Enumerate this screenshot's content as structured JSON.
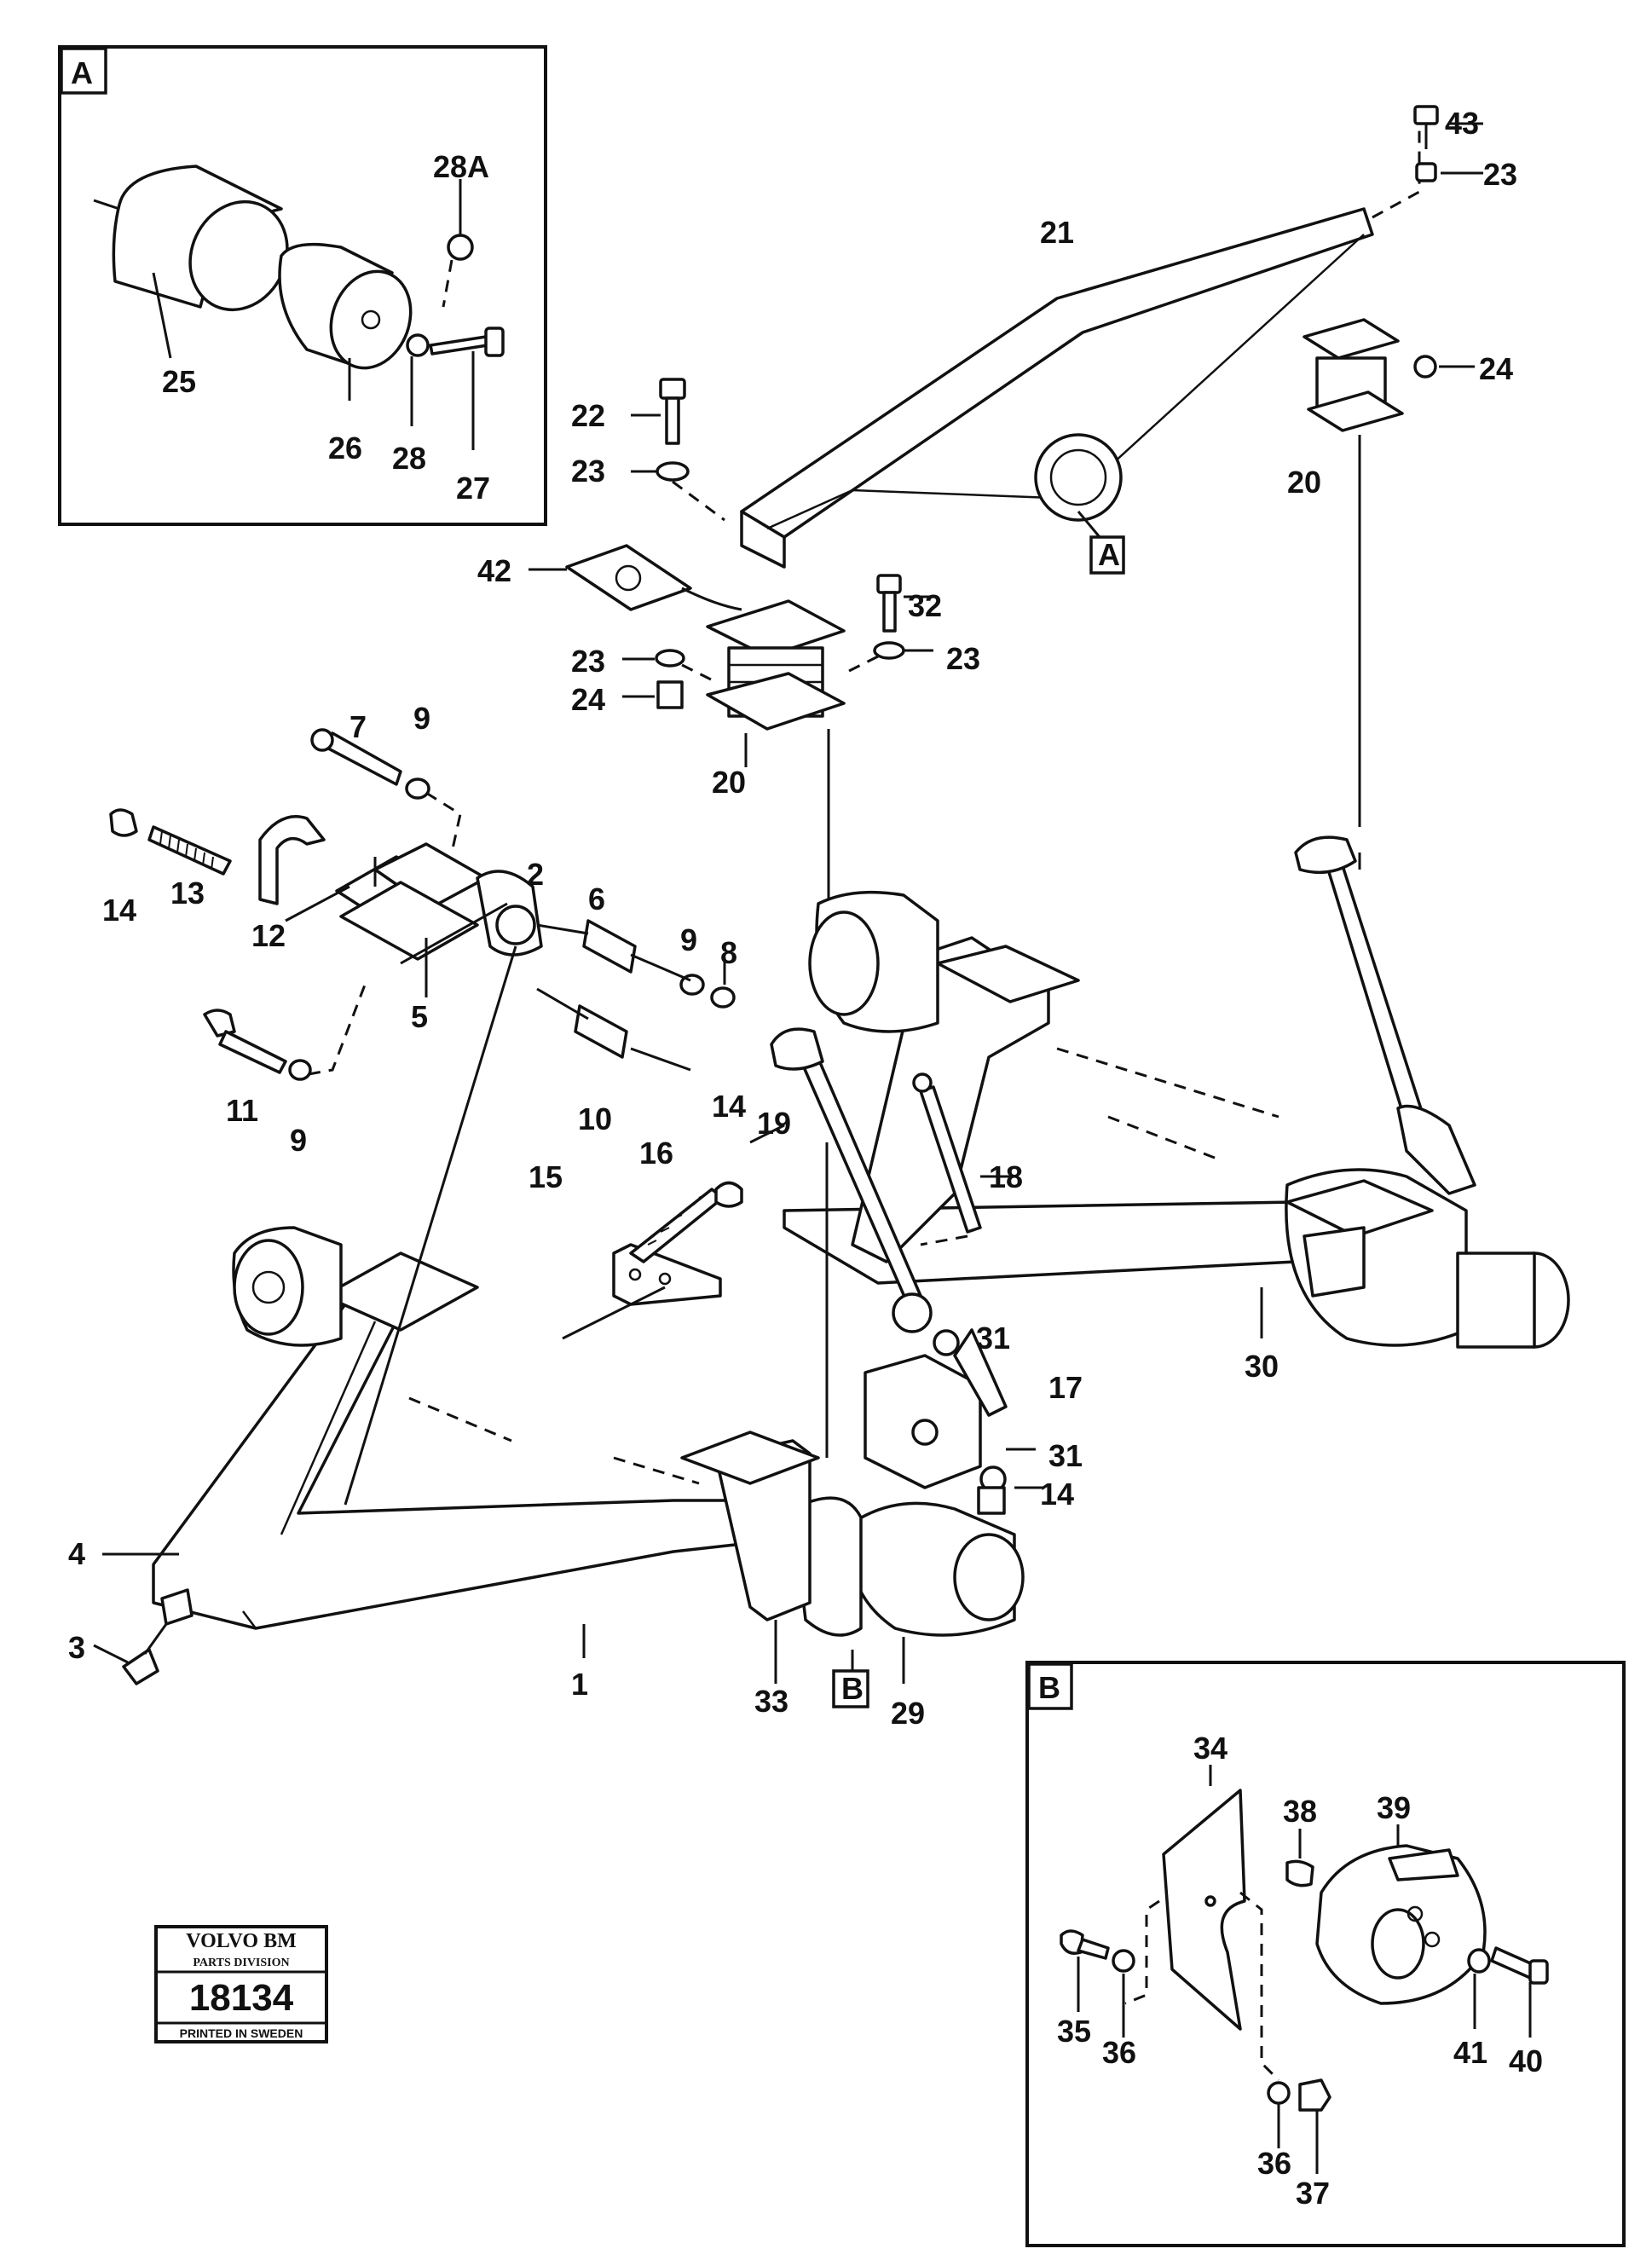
{
  "detail_a": {
    "tag": "A",
    "labels": [
      "28A",
      "25",
      "26",
      "28",
      "27"
    ]
  },
  "detail_b": {
    "tag": "B",
    "labels": [
      "34",
      "38",
      "39",
      "35",
      "36",
      "41",
      "40",
      "36",
      "37"
    ]
  },
  "labels": {
    "l43": "43",
    "l23a": "23",
    "l21": "21",
    "l22": "22",
    "l23b": "23",
    "l24a": "24",
    "l20a": "20",
    "l42": "42",
    "l32": "32",
    "l23c": "23",
    "l23d": "23",
    "l24b": "24",
    "l20b": "20",
    "l7": "7",
    "l9a": "9",
    "l2": "2",
    "l6": "6",
    "l9b": "9",
    "l8": "8",
    "l14a": "14",
    "l13": "13",
    "l12": "12",
    "l5": "5",
    "l11": "11",
    "l9c": "9",
    "l10": "10",
    "l14b": "14",
    "l16": "16",
    "l19": "19",
    "l18": "18",
    "l15": "15",
    "l31a": "31",
    "l17": "17",
    "l30": "30",
    "l31b": "31",
    "l14c": "14",
    "l4": "4",
    "l3": "3",
    "l1": "1",
    "l33": "33",
    "l29": "29"
  },
  "callouts": {
    "a": "A",
    "b": "B"
  },
  "stamp": {
    "brand": "VOLVO BM",
    "division": "PARTS DIVISION",
    "number": "18134",
    "printed": "PRINTED IN SWEDEN"
  }
}
